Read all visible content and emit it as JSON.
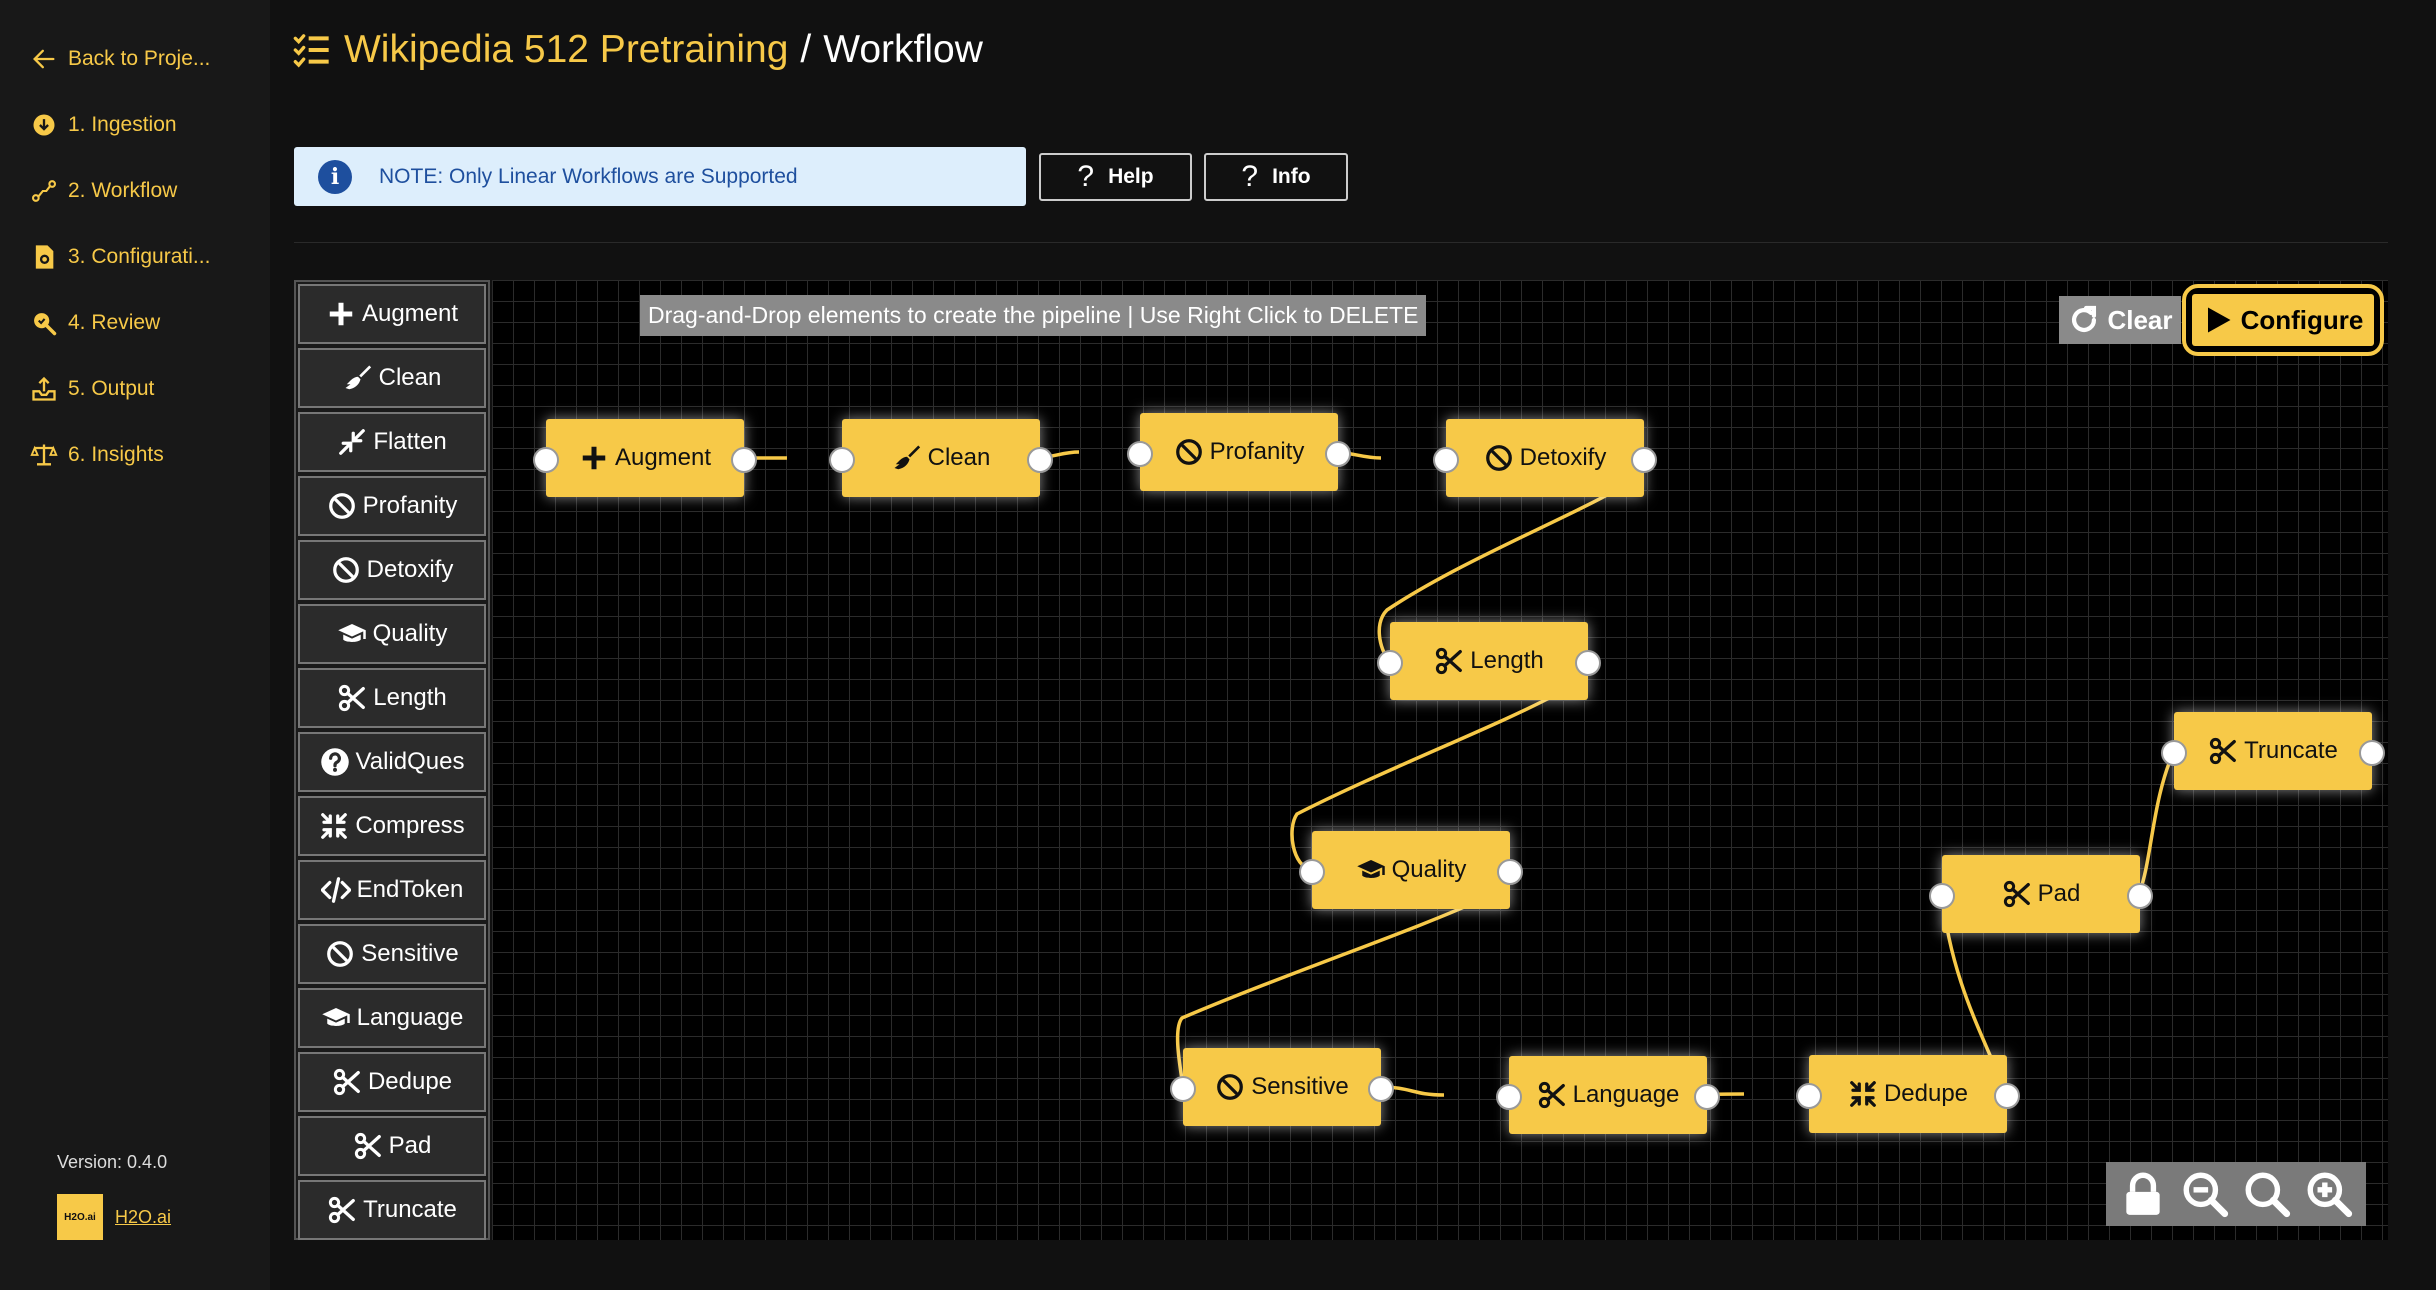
{
  "sidebar": {
    "items": [
      {
        "label": "Back to Proje...",
        "icon": "arrow-left-icon"
      },
      {
        "label": "1. Ingestion",
        "icon": "download-circle-icon"
      },
      {
        "label": "2. Workflow",
        "icon": "workflow-icon"
      },
      {
        "label": "3. Configurati...",
        "icon": "config-file-icon"
      },
      {
        "label": "4. Review",
        "icon": "review-search-icon"
      },
      {
        "label": "5. Output",
        "icon": "output-icon"
      },
      {
        "label": "6. Insights",
        "icon": "scale-icon"
      }
    ],
    "version": "Version: 0.4.0",
    "brand_logo": "H2O.ai",
    "brand_link": "H2O.ai"
  },
  "header": {
    "project": "Wikipedia 512 Pretraining",
    "separator": "/",
    "page": "Workflow",
    "note": "NOTE: Only Linear Workflows are Supported",
    "note_icon": "i",
    "help_label": "Help",
    "info_label": "Info"
  },
  "palette": {
    "items": [
      {
        "label": "Augment",
        "icon": "plus-icon"
      },
      {
        "label": "Clean",
        "icon": "broom-icon"
      },
      {
        "label": "Flatten",
        "icon": "compress-arrows-icon"
      },
      {
        "label": "Profanity",
        "icon": "ban-icon"
      },
      {
        "label": "Detoxify",
        "icon": "ban-icon"
      },
      {
        "label": "Quality",
        "icon": "graduation-cap-icon"
      },
      {
        "label": "Length",
        "icon": "scissors-icon"
      },
      {
        "label": "ValidQues",
        "icon": "question-circle-icon"
      },
      {
        "label": "Compress",
        "icon": "compress-icon"
      },
      {
        "label": "EndToken",
        "icon": "code-icon"
      },
      {
        "label": "Sensitive",
        "icon": "ban-icon"
      },
      {
        "label": "Language",
        "icon": "graduation-cap-icon"
      },
      {
        "label": "Dedupe",
        "icon": "scissors-icon"
      },
      {
        "label": "Pad",
        "icon": "scissors-icon"
      },
      {
        "label": "Truncate",
        "icon": "scissors-icon"
      }
    ]
  },
  "canvas": {
    "hint": "Drag-and-Drop elements to create the pipeline | Use Right Click to DELETE",
    "clear_label": "Clear",
    "configure_label": "Configure",
    "nodes": [
      {
        "label": "Augment",
        "icon": "plus-icon"
      },
      {
        "label": "Clean",
        "icon": "broom-icon"
      },
      {
        "label": "Profanity",
        "icon": "ban-icon"
      },
      {
        "label": "Detoxify",
        "icon": "ban-icon"
      },
      {
        "label": "Length",
        "icon": "scissors-icon"
      },
      {
        "label": "Quality",
        "icon": "graduation-cap-icon"
      },
      {
        "label": "Sensitive",
        "icon": "ban-icon"
      },
      {
        "label": "Language",
        "icon": "scissors-icon"
      },
      {
        "label": "Dedupe",
        "icon": "compress-icon"
      },
      {
        "label": "Pad",
        "icon": "scissors-icon"
      },
      {
        "label": "Truncate",
        "icon": "scissors-icon"
      }
    ],
    "zoom_controls": [
      "lock-icon",
      "zoom-out-icon",
      "zoom-reset-icon",
      "zoom-in-icon"
    ]
  },
  "colors": {
    "accent": "#f7c948",
    "background": "#111111",
    "note_bg": "#ddeefc",
    "note_text": "#1e4f9e"
  }
}
